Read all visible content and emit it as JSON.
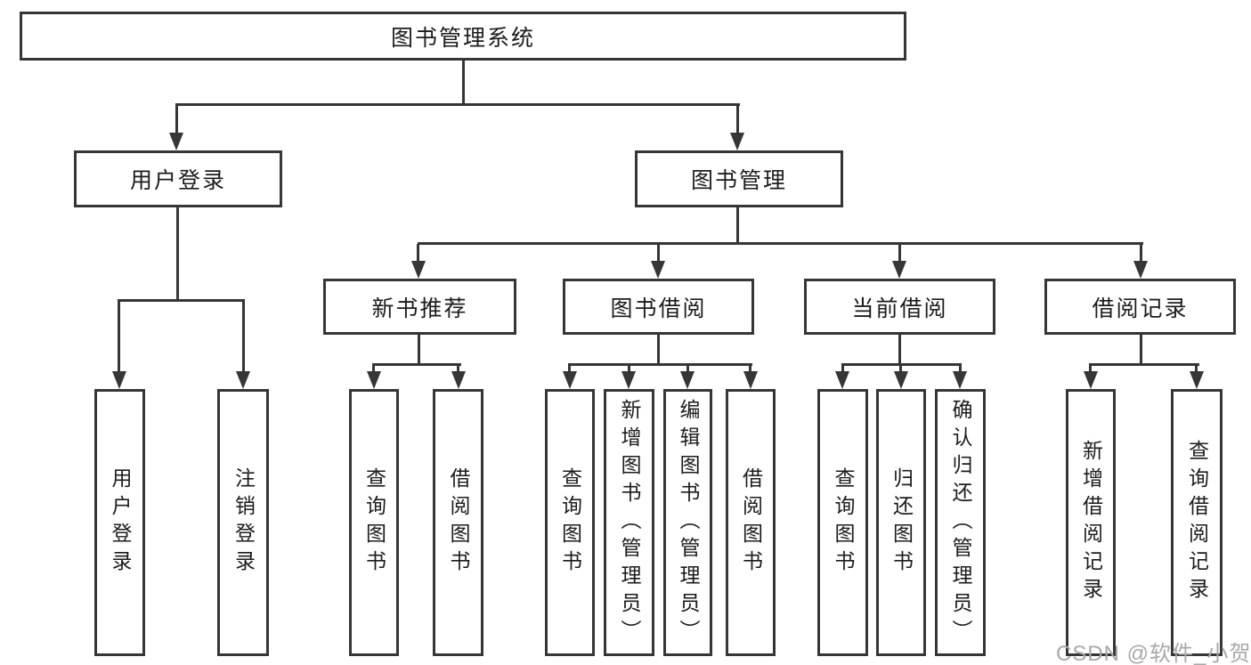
{
  "watermark": "CSDN @软件_小贺同学",
  "colors": {
    "line": "#363636",
    "text": "#1c1c1c",
    "background": "#ffffff",
    "watermark": "#a8a8a8"
  },
  "diagram": {
    "type": "hierarchy-tree",
    "root": {
      "label": "图书管理系统",
      "children": [
        {
          "label": "用户登录",
          "children": [
            {
              "label": "用户登录"
            },
            {
              "label": "注销登录"
            }
          ]
        },
        {
          "label": "图书管理",
          "children": [
            {
              "label": "新书推荐",
              "children": [
                {
                  "label": "查询图书"
                },
                {
                  "label": "借阅图书"
                }
              ]
            },
            {
              "label": "图书借阅",
              "children": [
                {
                  "label": "查询图书"
                },
                {
                  "label": "新增图书（管理员）"
                },
                {
                  "label": "编辑图书（管理员）"
                },
                {
                  "label": "借阅图书"
                }
              ]
            },
            {
              "label": "当前借阅",
              "children": [
                {
                  "label": "查询图书"
                },
                {
                  "label": "归还图书"
                },
                {
                  "label": "确认归还（管理员）"
                }
              ]
            },
            {
              "label": "借阅记录",
              "children": [
                {
                  "label": "新增借阅记录"
                },
                {
                  "label": "查询借阅记录"
                }
              ]
            }
          ]
        }
      ]
    }
  }
}
